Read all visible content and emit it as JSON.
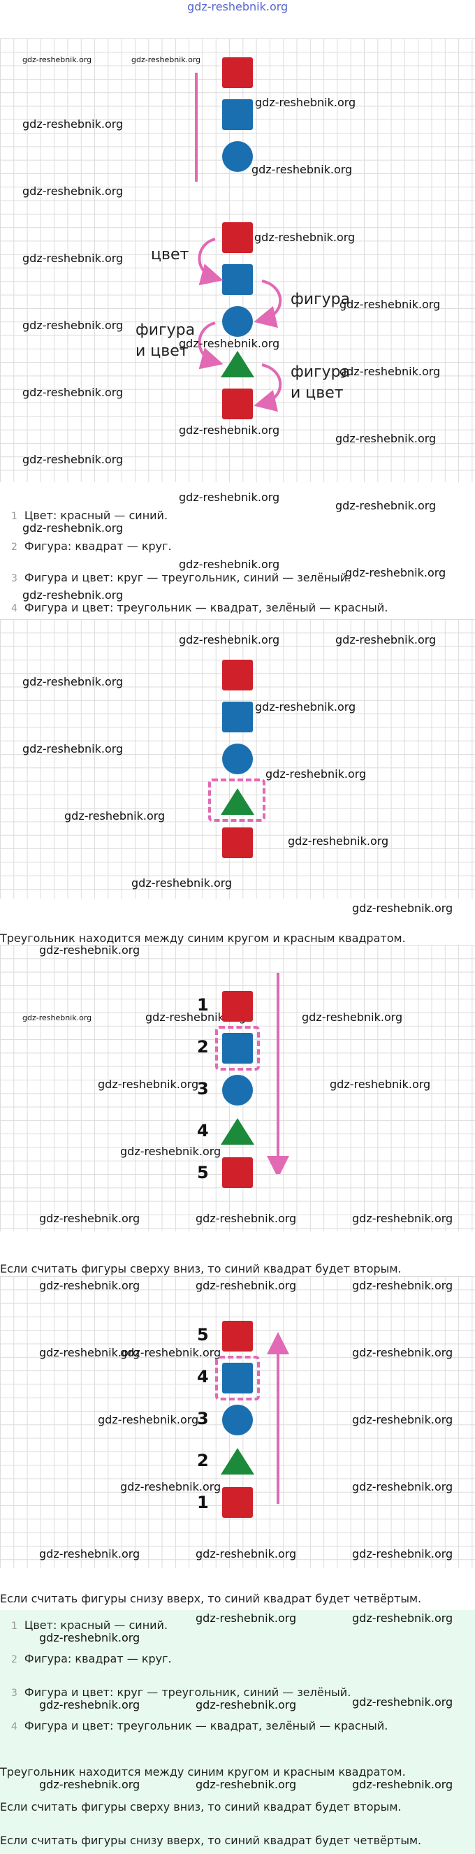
{
  "header_watermark": "gdz-reshebnik.org",
  "watermark": "gdz-reshebnik.org",
  "diagram_labels": {
    "color": "цвет",
    "shape": "фигура",
    "shape_color_1": "фигура",
    "shape_color_2": "и цвет"
  },
  "list": [
    {
      "n": "1",
      "text": "Цвет: красный — синий."
    },
    {
      "n": "2",
      "text": "Фигура: квадрат — круг."
    },
    {
      "n": "3",
      "text": "Фигура и цвет: круг — треугольник, синий — зелёный."
    },
    {
      "n": "4",
      "text": "Фигура и цвет: треугольник — квадрат, зелёный — красный."
    }
  ],
  "caption_triangle": "Треугольник находится между синим кругом и красным квадратом.",
  "numbers_down": [
    "1",
    "2",
    "3",
    "4",
    "5"
  ],
  "caption_top_down": "Если считать фигуры сверху вниз, то синий квадрат будет вторым.",
  "numbers_up": [
    "5",
    "4",
    "3",
    "2",
    "1"
  ],
  "caption_bottom_up": "Если считать фигуры снизу вверх, то синий квадрат будет четвёртым.",
  "answer": {
    "list": [
      {
        "n": "1",
        "text": "Цвет: красный — синий."
      },
      {
        "n": "2",
        "text": "Фигура: квадрат — круг."
      },
      {
        "n": "3",
        "text": "Фигура и цвет: круг — треугольник, синий — зелёный."
      },
      {
        "n": "4",
        "text": "Фигура и цвет: треугольник — квадрат, зелёный — красный."
      }
    ],
    "line1": "Треугольник находится между синим кругом и красным квадратом.",
    "line2": "Если считать фигуры сверху вниз, то синий квадрат будет вторым.",
    "line3": "Если считать фигуры снизу вверх, то синий квадрат будет четвёртым."
  },
  "colors": {
    "red": "#d0202a",
    "blue": "#1a6fb0",
    "green": "#1b8a3a",
    "pink": "#e269b4",
    "answer_bg": "#e8faf0"
  }
}
